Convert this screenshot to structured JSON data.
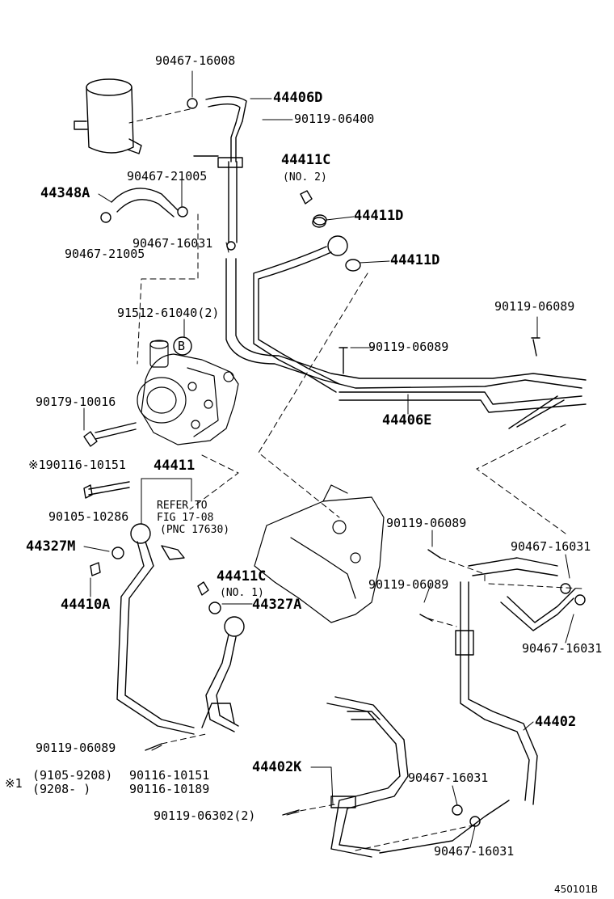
{
  "labels": {
    "p_90467_16008": "90467-16008",
    "p_44406D": "44406D",
    "p_90119_06400": "90119-06400",
    "p_44411C_top": "44411C",
    "no2": "(NO. 2)",
    "p_90467_21005_a": "90467-21005",
    "p_44348A": "44348A",
    "p_44411D_a": "44411D",
    "p_90467_16031_a": "90467-16031",
    "p_44411D_b": "44411D",
    "p_90467_21005_b": "90467-21005",
    "p_90119_06089_a": "90119-06089",
    "p_91512_61040": "91512-61040(2)",
    "callout_b": "B",
    "p_90119_06089_b": "90119-06089",
    "p_90179_10016": "90179-10016",
    "p_44406E": "44406E",
    "p_90116_10151_mark": "※190116-10151",
    "p_44411": "44411",
    "p_90105_10286": "90105-10286",
    "refer_line1": "REFER TO",
    "refer_line2": "FIG 17-08",
    "refer_line3": "(PNC 17630)",
    "p_90119_06089_c": "90119-06089",
    "p_44327M": "44327M",
    "p_90467_16031_b": "90467-16031",
    "p_44411C_bot": "44411C",
    "no1": "(NO. 1)",
    "p_90119_06089_d": "90119-06089",
    "p_44410A": "44410A",
    "p_44327A": "44327A",
    "p_90467_16031_c": "90467-16031",
    "p_44402": "44402",
    "p_90119_06089_e": "90119-06089",
    "p_44402K": "44402K",
    "note_mark": "※1",
    "note_date1": "(9105-9208)",
    "note_date2": "(9208-        )",
    "note_part1": "90116-10151",
    "note_part2": "90116-10189",
    "p_90467_16031_d": "90467-16031",
    "p_90119_06302": "90119-06302(2)",
    "p_90467_16031_e": "90467-16031",
    "figure_id": "450101B"
  }
}
